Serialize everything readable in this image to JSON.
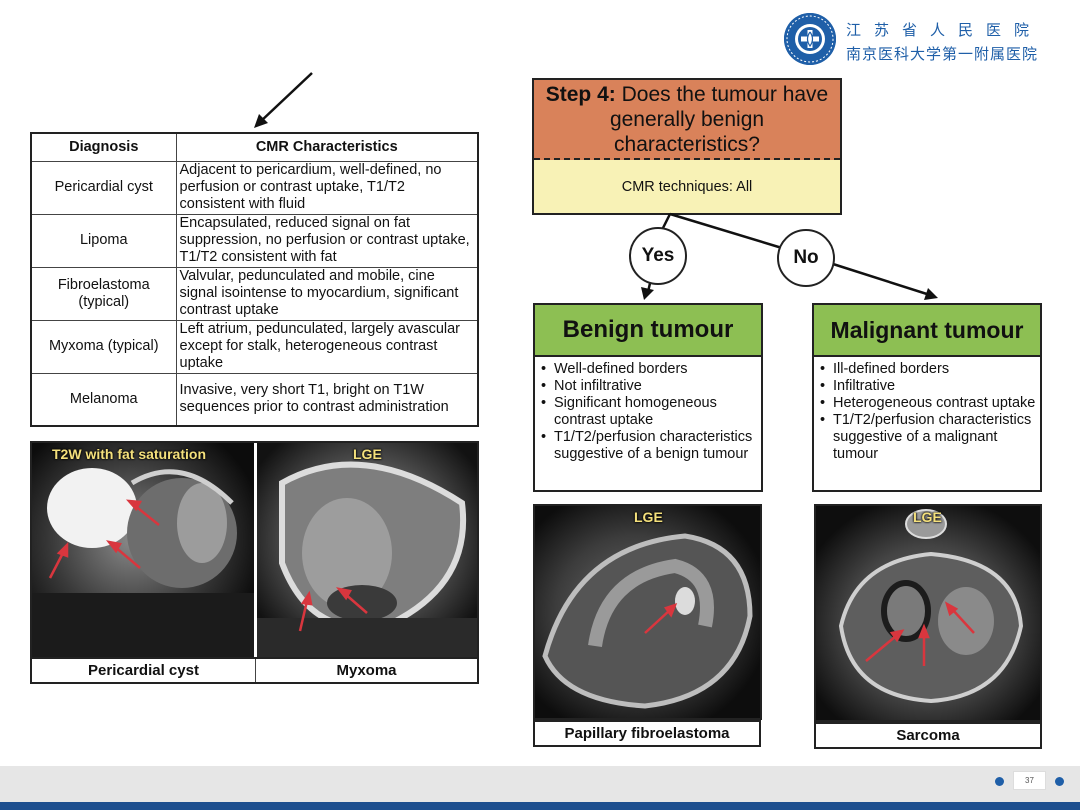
{
  "header": {
    "hospital_name_line1": "江苏省人民医院",
    "hospital_name_line2": "南京医科大学第一附属医院",
    "logo_icon": "hospital-emblem-icon",
    "brand_color": "#1f5fa8"
  },
  "diagnosis_table": {
    "headers": [
      "Diagnosis",
      "CMR Characteristics"
    ],
    "rows": [
      {
        "diagnosis": "Pericardial cyst",
        "characteristics": "Adjacent to pericardium, well-defined, no perfusion or contrast uptake, T1/T2 consistent with fluid"
      },
      {
        "diagnosis": "Lipoma",
        "characteristics": "Encapsulated, reduced signal on fat suppression, no perfusion or contrast uptake, T1/T2 consistent with fat"
      },
      {
        "diagnosis": "Fibroelastoma (typical)",
        "characteristics": "Valvular, pedunculated and mobile, cine signal isointense to myocardium, significant contrast uptake"
      },
      {
        "diagnosis": "Myxoma (typical)",
        "characteristics": "Left atrium, pedunculated, largely avascular except for stalk, heterogeneous contrast uptake"
      },
      {
        "diagnosis": "Melanoma",
        "characteristics": "Invasive, very short T1, bright on T1W sequences prior to contrast administration"
      }
    ]
  },
  "left_images": {
    "panel1_label": "T2W with fat saturation",
    "panel2_label": "LGE",
    "caption1": "Pericardial cyst",
    "caption2": "Myxoma"
  },
  "flowchart": {
    "step_prefix": "Step 4:",
    "step_question": "Does the tumour have generally benign characteristics?",
    "techniques": "CMR techniques: All",
    "yes_label": "Yes",
    "no_label": "No",
    "benign": {
      "title": "Benign tumour",
      "items": [
        "Well-defined borders",
        "Not infiltrative",
        "Significant homogeneous contrast uptake",
        "T1/T2/perfusion characteristics suggestive of a benign tumour"
      ],
      "image_label": "LGE",
      "caption": "Papillary fibroelastoma"
    },
    "malignant": {
      "title": "Malignant tumour",
      "items": [
        "Ill-defined borders",
        "Infiltrative",
        "Heterogeneous contrast uptake",
        "T1/T2/perfusion characteristics suggestive of a malignant tumour"
      ],
      "image_label": "LGE",
      "caption": "Sarcoma"
    },
    "colors": {
      "step_header": "#d9825a",
      "step_footer": "#f8f2b6",
      "tumour_header": "#8dbf53",
      "arrow": "#d9363e",
      "label_text": "#f4e07c"
    }
  },
  "footer": {
    "page_number": "37"
  }
}
